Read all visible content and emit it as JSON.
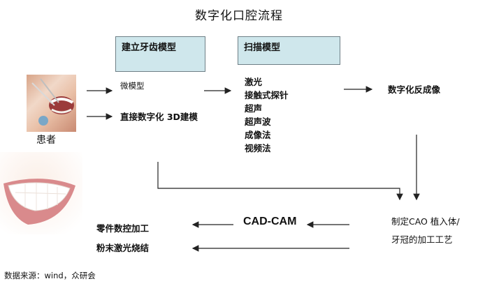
{
  "title": "数字化口腔流程",
  "patient_label": "患者",
  "box_build_model": "建立牙齿模型",
  "box_scan_model": "扫描模型",
  "build_methods": [
    "微模型",
    "直接数字化 3D建模"
  ],
  "scan_methods": [
    "激光",
    "接触式探针",
    "超声",
    "超声波",
    "成像法",
    "视频法"
  ],
  "digital_imaging": "数字化反成像",
  "cad_cam": "CAD-CAM",
  "fabrication_lines": [
    "制定CAO 植入体/",
    "牙冠的加工工艺"
  ],
  "outputs": [
    "零件数控加工",
    "粉末激光烧结"
  ],
  "source": "数据来源：wind，众研会",
  "colors": {
    "box_fill": "#cfe7ec",
    "box_border": "#6e7f86",
    "arrow": "#222222"
  }
}
